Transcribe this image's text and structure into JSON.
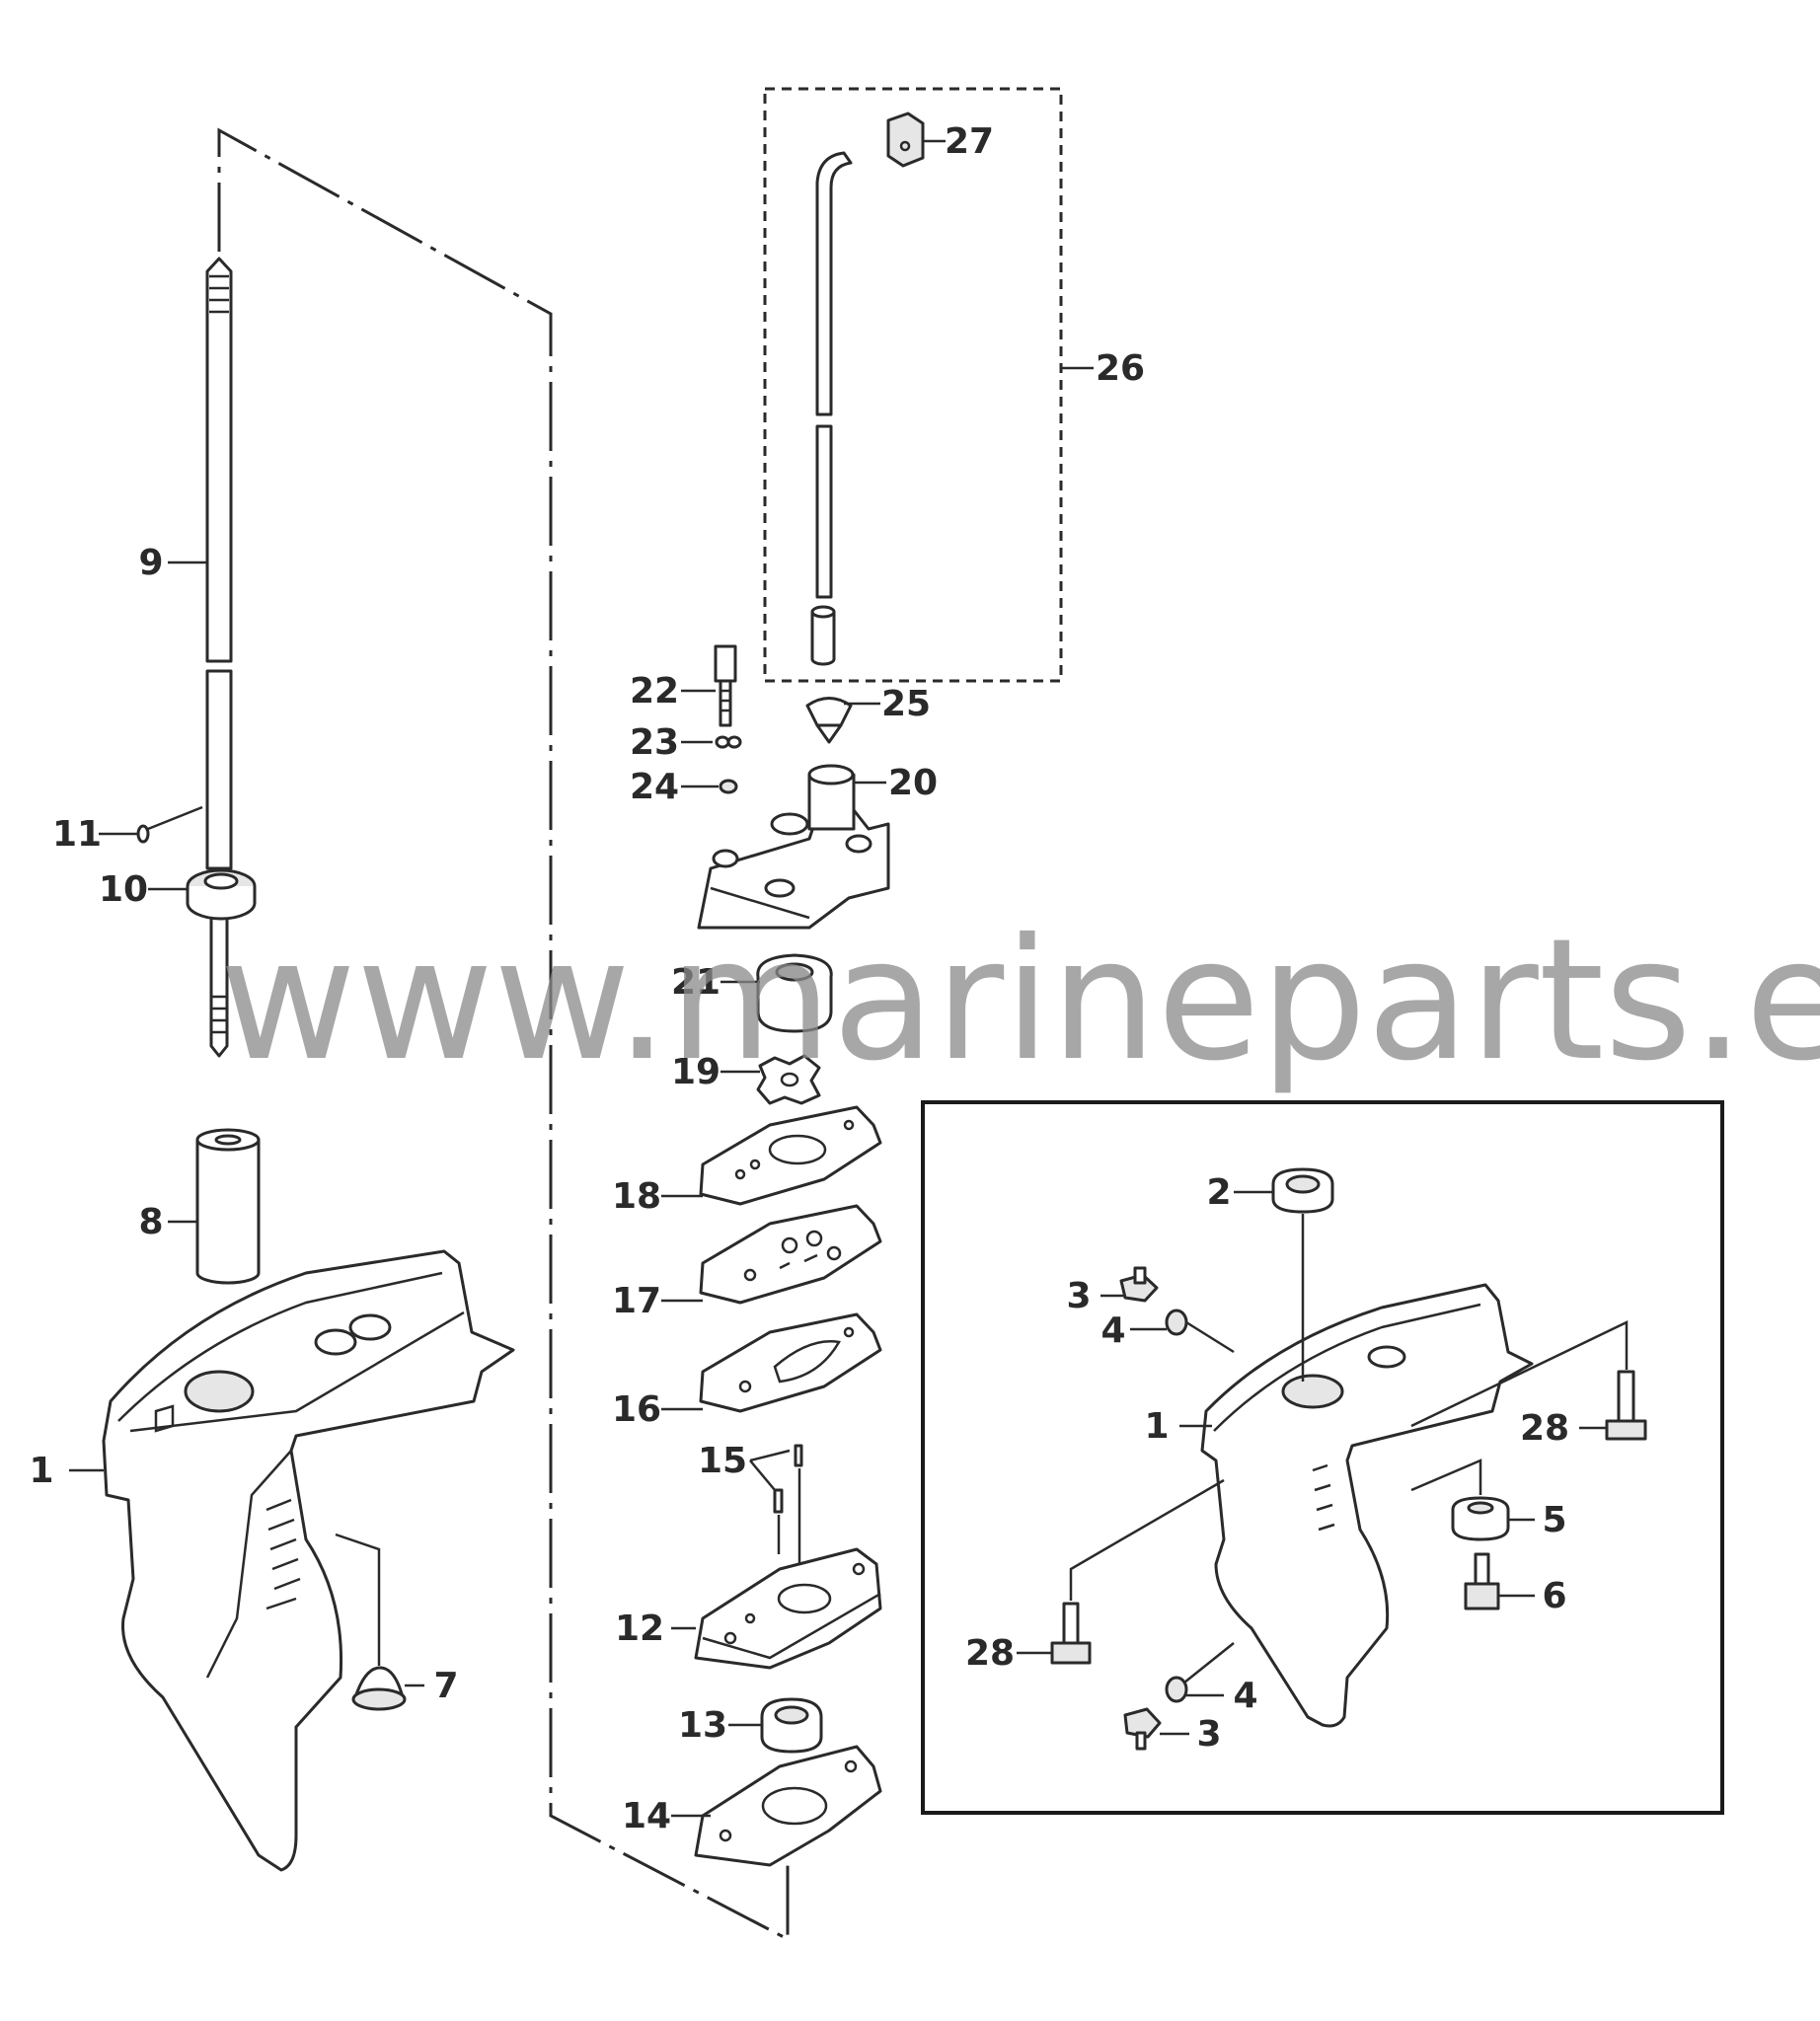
{
  "diagram": {
    "watermark": "www.marineparts.eu",
    "main_callouts": {
      "p1": "1",
      "p7": "7",
      "p8": "8",
      "p9": "9",
      "p10": "10",
      "p11": "11",
      "p12": "12",
      "p13": "13",
      "p14": "14",
      "p15": "15",
      "p16": "16",
      "p17": "17",
      "p18": "18",
      "p19": "19",
      "p20": "20",
      "p21": "21",
      "p22": "22",
      "p23": "23",
      "p24": "24",
      "p25": "25",
      "p26": "26",
      "p27": "27"
    },
    "inset_callouts": {
      "p1": "1",
      "p2": "2",
      "p3a": "3",
      "p3b": "3",
      "p4a": "4",
      "p4b": "4",
      "p5": "5",
      "p6": "6",
      "p28a": "28",
      "p28b": "28"
    }
  }
}
